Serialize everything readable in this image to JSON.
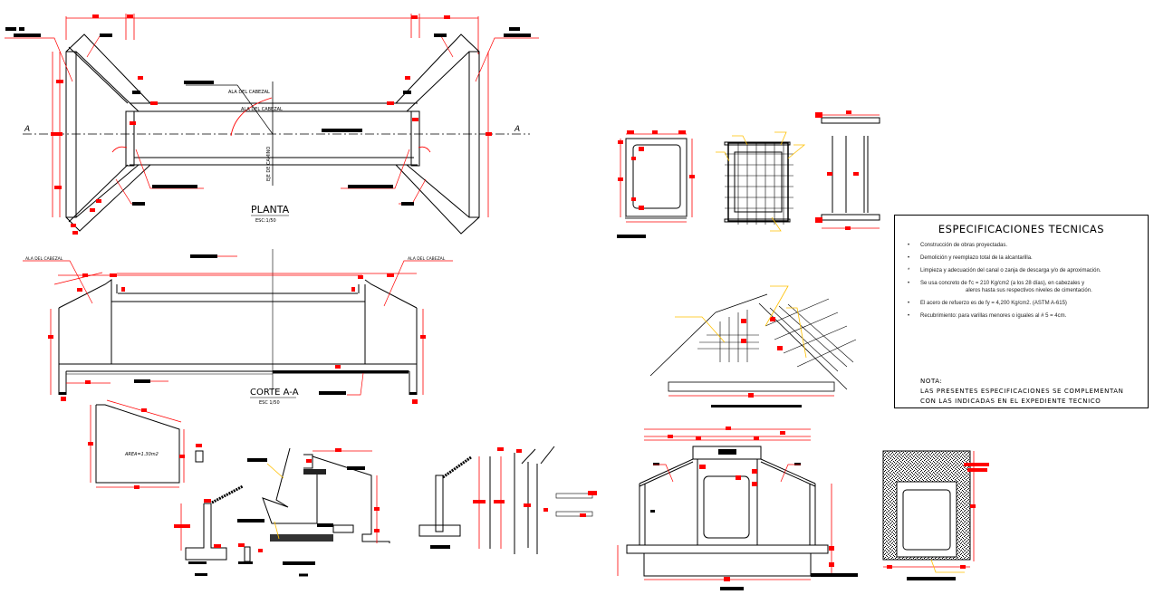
{
  "drawing": {
    "colors": {
      "line": "#000000",
      "dimension": "#ff0000",
      "leader": "#ffc000",
      "rebar": "#0000cc"
    },
    "planta": {
      "title": "PLANTA",
      "scale": "ESC:1/50",
      "section_marker": "A",
      "labels": {
        "ala_cabezal_1": "ALA DEL CABEZAL",
        "ala_cabezal_2": "ALA DEL CABEZAL",
        "eje_camino": "EJE DE CAMINO"
      }
    },
    "corte": {
      "title": "CORTE A-A",
      "scale": "ESC 1/50",
      "labels": {
        "ala_left": "ALA DEL CABEZAL",
        "ala_right": "ALA DEL CABEZAL"
      }
    },
    "ala_detail": {
      "area_label": "AREA=1.30m2"
    }
  },
  "specs": {
    "title": "ESPECIFICACIONES TECNICAS",
    "items": [
      {
        "bullet": "•",
        "text": "Construcción de obras proyectadas.",
        "cont": ""
      },
      {
        "bullet": "•",
        "text": "Demolición y reemplazo total de la alcantarilla.",
        "cont": ""
      },
      {
        "bullet": "*",
        "text": "Limpieza y adecuación del canal o zanja de descarga y/o de aproximación.",
        "cont": ""
      },
      {
        "bullet": "•",
        "text": "Se usa concreto de f'c = 210 Kg/cm2 (a los 28 días), en cabezales y",
        "cont": "aleros hasta sus respectivos niveles de cimentación."
      },
      {
        "bullet": "•",
        "text": "El acero de refuerzo es de fy = 4,200 Kg/cm2. (ASTM A-615)",
        "cont": ""
      },
      {
        "bullet": "•",
        "text": "Recubrimiento: para varillas menores o iguales al # 5 = 4cm.",
        "cont": ""
      }
    ],
    "nota_title": "NOTA:",
    "nota_line1": "LAS PRESENTES ESPECIFICACIONES SE COMPLEMENTAN",
    "nota_line2": "CON LAS INDICADAS EN EL EXPEDIENTE TECNICO"
  }
}
